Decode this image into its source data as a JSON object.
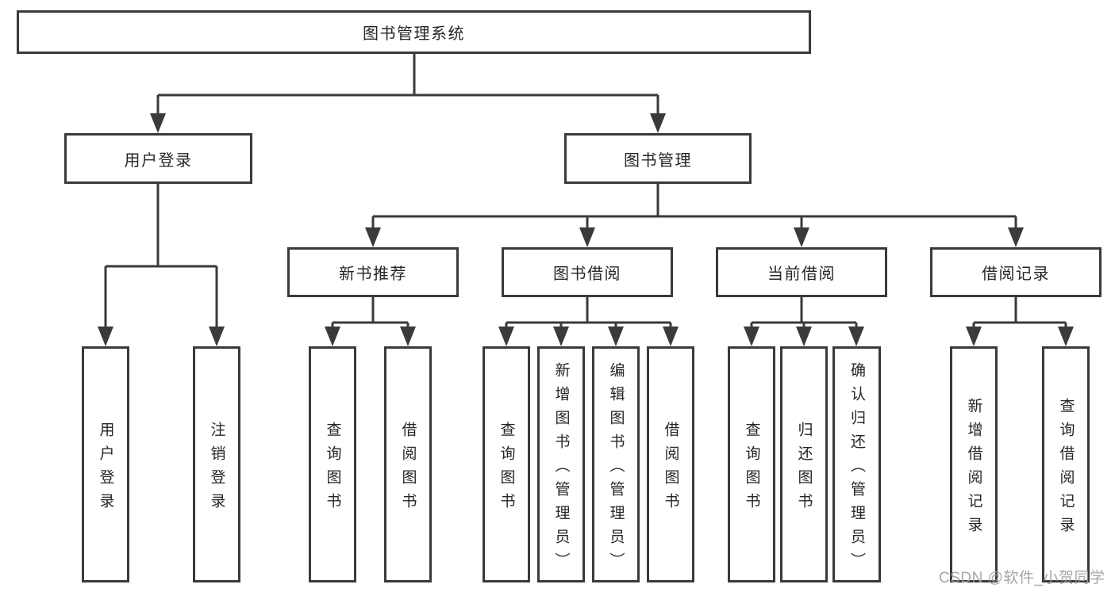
{
  "diagram": {
    "root": "图书管理系统",
    "user_login": {
      "label": "用户登录",
      "children": [
        "用户登录",
        "注销登录"
      ]
    },
    "book_management": {
      "label": "图书管理",
      "sections": [
        {
          "label": "新书推荐",
          "children": [
            "查询图书",
            "借阅图书"
          ]
        },
        {
          "label": "图书借阅",
          "children": [
            "查询图书",
            "新增图书（管理员）",
            "编辑图书（管理员）",
            "借阅图书"
          ]
        },
        {
          "label": "当前借阅",
          "children": [
            "查询图书",
            "归还图书",
            "确认归还（管理员）"
          ]
        },
        {
          "label": "借阅记录",
          "children": [
            "新增借阅记录",
            "查询借阅记录"
          ]
        }
      ]
    }
  },
  "watermark": {
    "text": "CSDN @软件_小贺同学"
  },
  "colors": {
    "line": "#3a3a3a",
    "text": "#262626",
    "background": "#ffffff",
    "watermark": "#9e9e9e"
  }
}
